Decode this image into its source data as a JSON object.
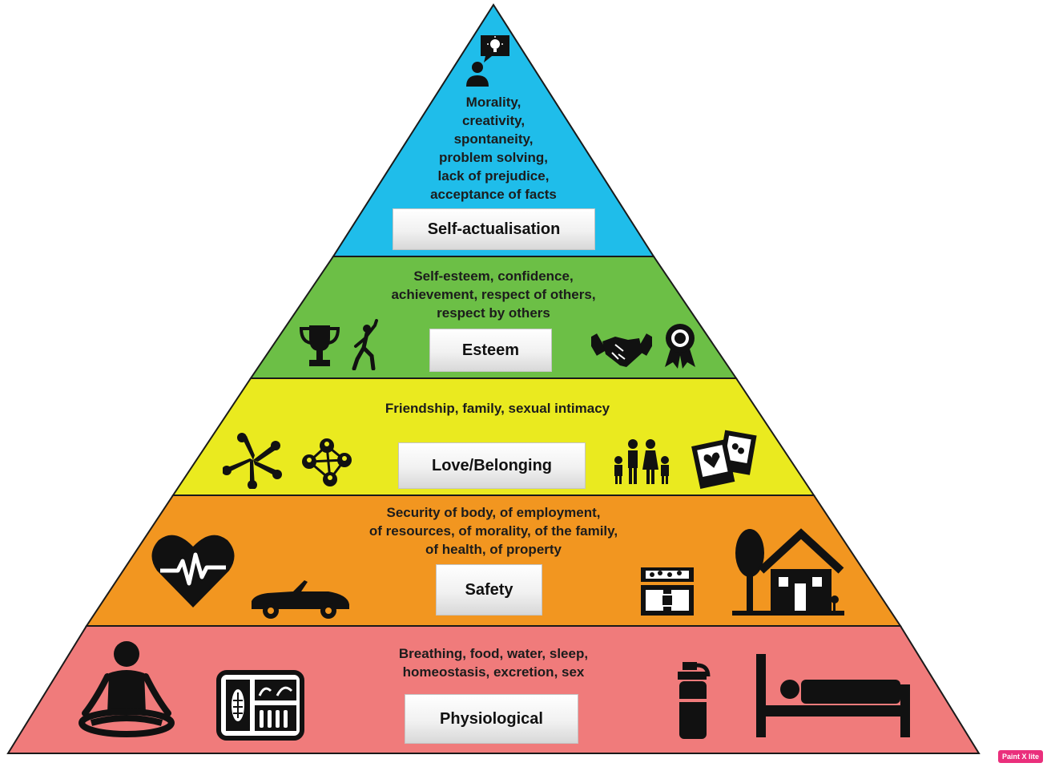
{
  "colors": {
    "self_actualisation": "#1fbdea",
    "esteem": "#6cbf46",
    "love_belonging": "#eaea1f",
    "safety": "#f29620",
    "physiological": "#f07b7b",
    "outline": "#1a1a1a"
  },
  "levels": [
    {
      "key": "self_actualisation",
      "label": "Self-actualisation",
      "description": [
        "Morality,",
        "creativity,",
        "spontaneity,",
        "problem solving,",
        "lack of prejudice,",
        "acceptance of facts"
      ],
      "icons": [
        "person-idea-icon"
      ]
    },
    {
      "key": "esteem",
      "label": "Esteem",
      "description": [
        "Self-esteem, confidence,",
        "achievement, respect of others,",
        "respect by others"
      ],
      "icons": [
        "trophy-icon",
        "victory-person-icon",
        "handshake-icon",
        "award-ribbon-icon"
      ]
    },
    {
      "key": "love_belonging",
      "label": "Love/Belonging",
      "description": [
        "Friendship, family, sexual intimacy"
      ],
      "icons": [
        "hands-circle-icon",
        "social-network-icon",
        "family-icon",
        "photo-frames-icon"
      ]
    },
    {
      "key": "safety",
      "label": "Safety",
      "description": [
        "Security of body, of employment,",
        "of resources, of morality, of the family,",
        "of health, of property"
      ],
      "icons": [
        "heart-pulse-icon",
        "car-icon",
        "treasure-chest-icon",
        "house-tree-icon"
      ]
    },
    {
      "key": "physiological",
      "label": "Physiological",
      "description": [
        "Breathing, food, water, sleep,",
        "homeostasis, excretion, sex"
      ],
      "icons": [
        "meditation-icon",
        "food-tray-icon",
        "water-bottle-icon",
        "sleeping-bed-icon"
      ]
    }
  ],
  "watermark": "Paint X lite"
}
